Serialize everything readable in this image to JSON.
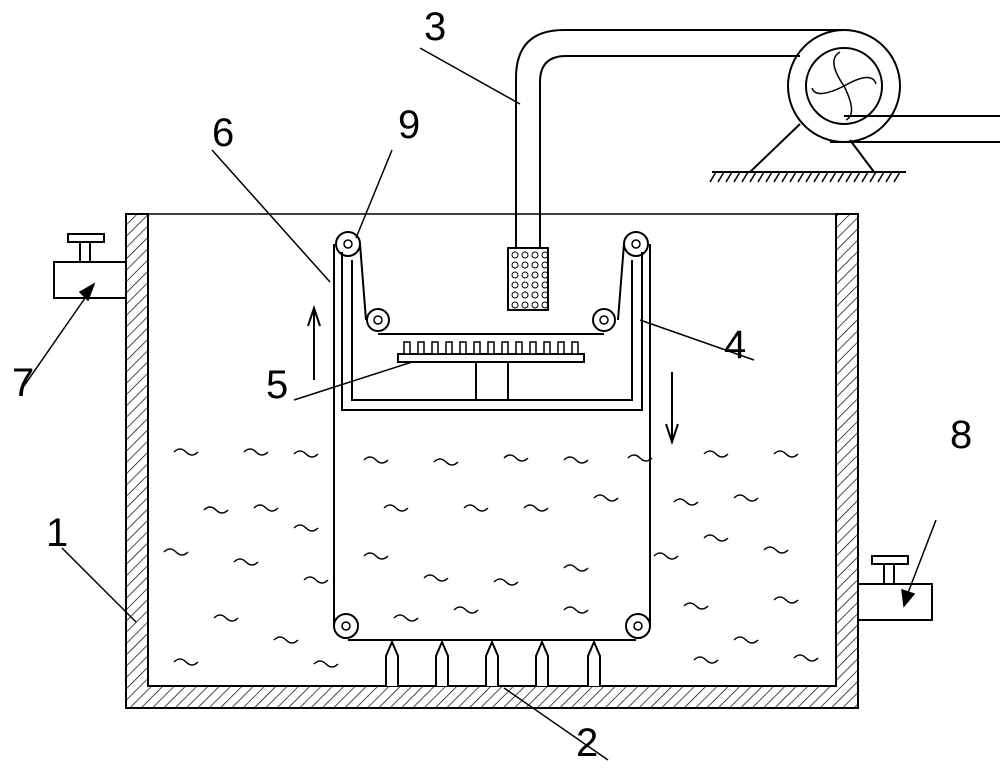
{
  "labels": [
    {
      "id": "tank",
      "text": "1"
    },
    {
      "id": "bottom-nozzles",
      "text": "2"
    },
    {
      "id": "suction-pipe",
      "text": "3"
    },
    {
      "id": "conveyor-frame",
      "text": "4"
    },
    {
      "id": "spray-bar",
      "text": "5"
    },
    {
      "id": "conveyor-belt",
      "text": "6"
    },
    {
      "id": "inlet-valve",
      "text": "7"
    },
    {
      "id": "outlet-valve",
      "text": "8"
    },
    {
      "id": "guide-roller",
      "text": "9"
    }
  ]
}
